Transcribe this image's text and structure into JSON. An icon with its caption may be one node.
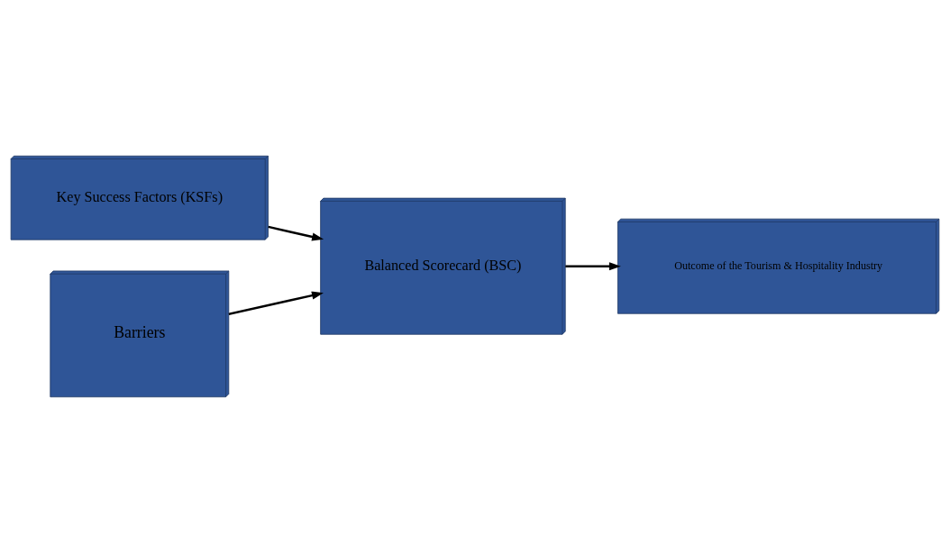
{
  "diagram": {
    "nodes": [
      {
        "text": [
          "Key Success Factors (KSFs)"
        ]
      },
      {
        "text": [
          "Balanced Scorecard (BSC)"
        ]
      },
      {
        "text": [
          "Outcome of the Tourism & Hospitality Industry"
        ]
      },
      {
        "text": [
          "Barriers"
        ]
      }
    ],
    "edges": [
      {
        "from": 0,
        "to": 1,
        "arrow": "to"
      },
      {
        "from": 1,
        "to": 2,
        "arrow": "to"
      },
      {
        "from": 3,
        "to": 1,
        "arrow": "to"
      }
    ]
  }
}
